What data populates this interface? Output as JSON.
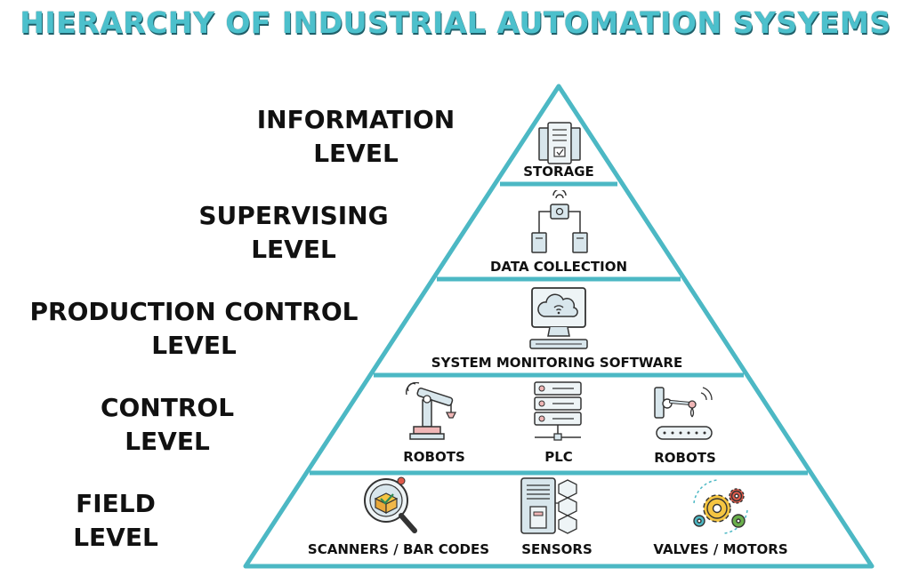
{
  "title": "HIERARCHY OF INDUSTRIAL AUTOMATION SYSYEMS",
  "levels": [
    {
      "line1": "INFORMATION",
      "line2": "LEVEL"
    },
    {
      "line1": "SUPERVISING",
      "line2": "LEVEL"
    },
    {
      "line1": "PRODUCTION CONTROL",
      "line2": "LEVEL"
    },
    {
      "line1": "CONTROL",
      "line2": "LEVEL"
    },
    {
      "line1": "FIELD",
      "line2": "LEVEL"
    }
  ],
  "tiers": {
    "information": {
      "items": [
        "STORAGE"
      ]
    },
    "supervising": {
      "items": [
        "DATA COLLECTION"
      ]
    },
    "production": {
      "items": [
        "SYSTEM MONITORING SOFTWARE"
      ]
    },
    "control": {
      "items": [
        "ROBOTS",
        "PLC",
        "ROBOTS"
      ]
    },
    "field": {
      "items": [
        "SCANNERS / BAR CODES",
        "SENSORS",
        "VALVES / MOTORS"
      ]
    }
  },
  "colors": {
    "pyramid_stroke": "#4cb8c4",
    "title": "#4cc0cc",
    "icon_fill": "#d8e6ec",
    "accent": "#e8a83a"
  },
  "icons": [
    "storage-icon",
    "data-collection-icon",
    "monitor-cloud-icon",
    "robot-arm-icon",
    "plc-server-icon",
    "conveyor-robot-icon",
    "scanner-magnifier-icon",
    "sensors-icon",
    "gears-icon"
  ]
}
